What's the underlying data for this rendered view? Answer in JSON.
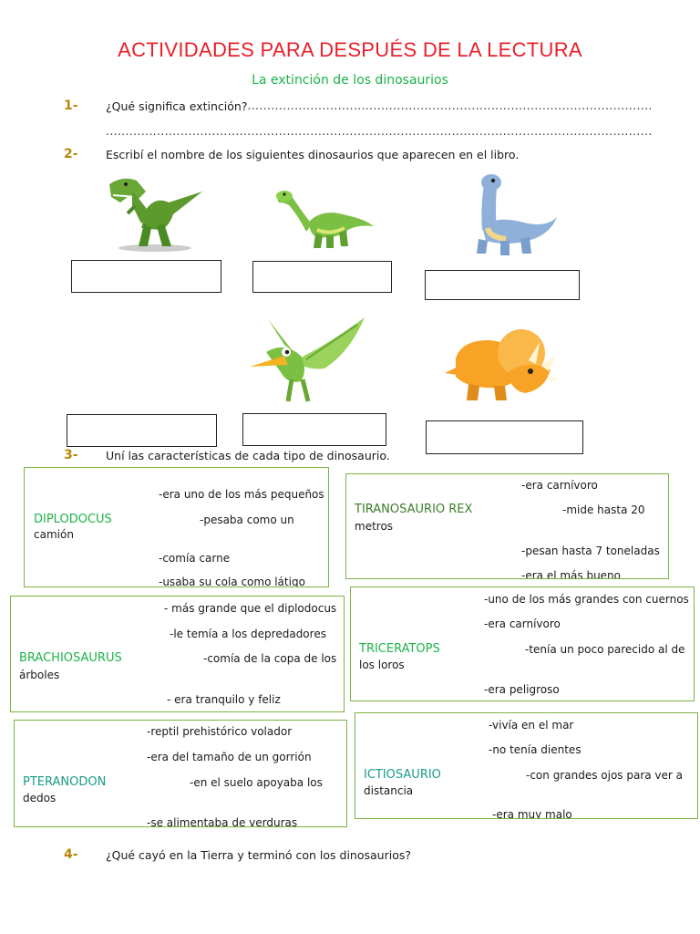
{
  "title": "ACTIVIDADES PARA DESPUÉS DE LA LECTURA",
  "subtitle": "La extinción de los dinosaurios",
  "questions": [
    {
      "num": "1-",
      "text": "¿Qué significa extinción?",
      "dots1": "...................................................................................................................",
      "dots2": "................................................................................................................................................"
    },
    {
      "num": "2-",
      "text": "Escribí el nombre de los siguientes dinosaurios que aparecen en el libro."
    },
    {
      "num": "3-",
      "text": "Uní las características de cada tipo de dinosaurio."
    },
    {
      "num": "4-",
      "text": "¿Qué cayó en la Tierra y terminó con los dinosaurios?"
    }
  ],
  "cards": {
    "diplodocus": {
      "name": "DIPLODOCUS",
      "name_color": "#1db34a",
      "c1": "-era uno de los más pequeños",
      "c2a": "-pesaba como un",
      "c2b": "camión",
      "c3": "-comía carne",
      "c4": "-usaba su cola como látigo"
    },
    "tiranosaurio": {
      "name": "TIRANOSAURIO REX",
      "name_color": "#3a7d2b",
      "c1": "-era carnívoro",
      "c2a": "-mide hasta 20",
      "c2b": "metros",
      "c3": "-pesan hasta 7 toneladas",
      "c4": "-era el más bueno"
    },
    "brachiosaurus": {
      "name": "BRACHIOSAURUS",
      "name_color": "#1db34a",
      "c1": "- más grande que el diplodocus",
      "c2": "-le temía a los depredadores",
      "c3a": "-comía de la copa de los",
      "c3b": "árboles",
      "c4": "- era tranquilo y feliz"
    },
    "triceratops": {
      "name": "TRICERATOPS",
      "name_color": "#1db34a",
      "c1": "-uno de los más grandes con cuernos",
      "c2": "-era carnívoro",
      "c3a": "-tenía un poco parecido al de",
      "c3b": "los loros",
      "c4": "-era peligroso"
    },
    "pteranodon": {
      "name": "PTERANODON",
      "name_color": "#1a9a8a",
      "c1": "-reptil prehistórico volador",
      "c2": "-era del tamaño de un gorrión",
      "c3a": "-en el suelo apoyaba los",
      "c3b": "dedos",
      "c4": "-se alimentaba de verduras"
    },
    "ictiosaurio": {
      "name": "ICTIOSAURIO",
      "name_color": "#1a9a8a",
      "c1": "-vivía en el mar",
      "c2": "-no tenía dientes",
      "c3a": "-con grandes ojos para ver a",
      "c3b": "distancia",
      "c4": "-era muy malo"
    }
  },
  "images": {
    "trex": "t-rex-icon",
    "long_neck_green": "long-neck-dinosaur-icon",
    "long_neck_blue": "brachiosaurus-icon",
    "pteranodon": "pteranodon-icon",
    "triceratops": "triceratops-icon"
  },
  "colors": {
    "title": "#e8202a",
    "subtitle": "#1db34a",
    "qnum": "#b8860b",
    "card_border": "#7cb342"
  }
}
